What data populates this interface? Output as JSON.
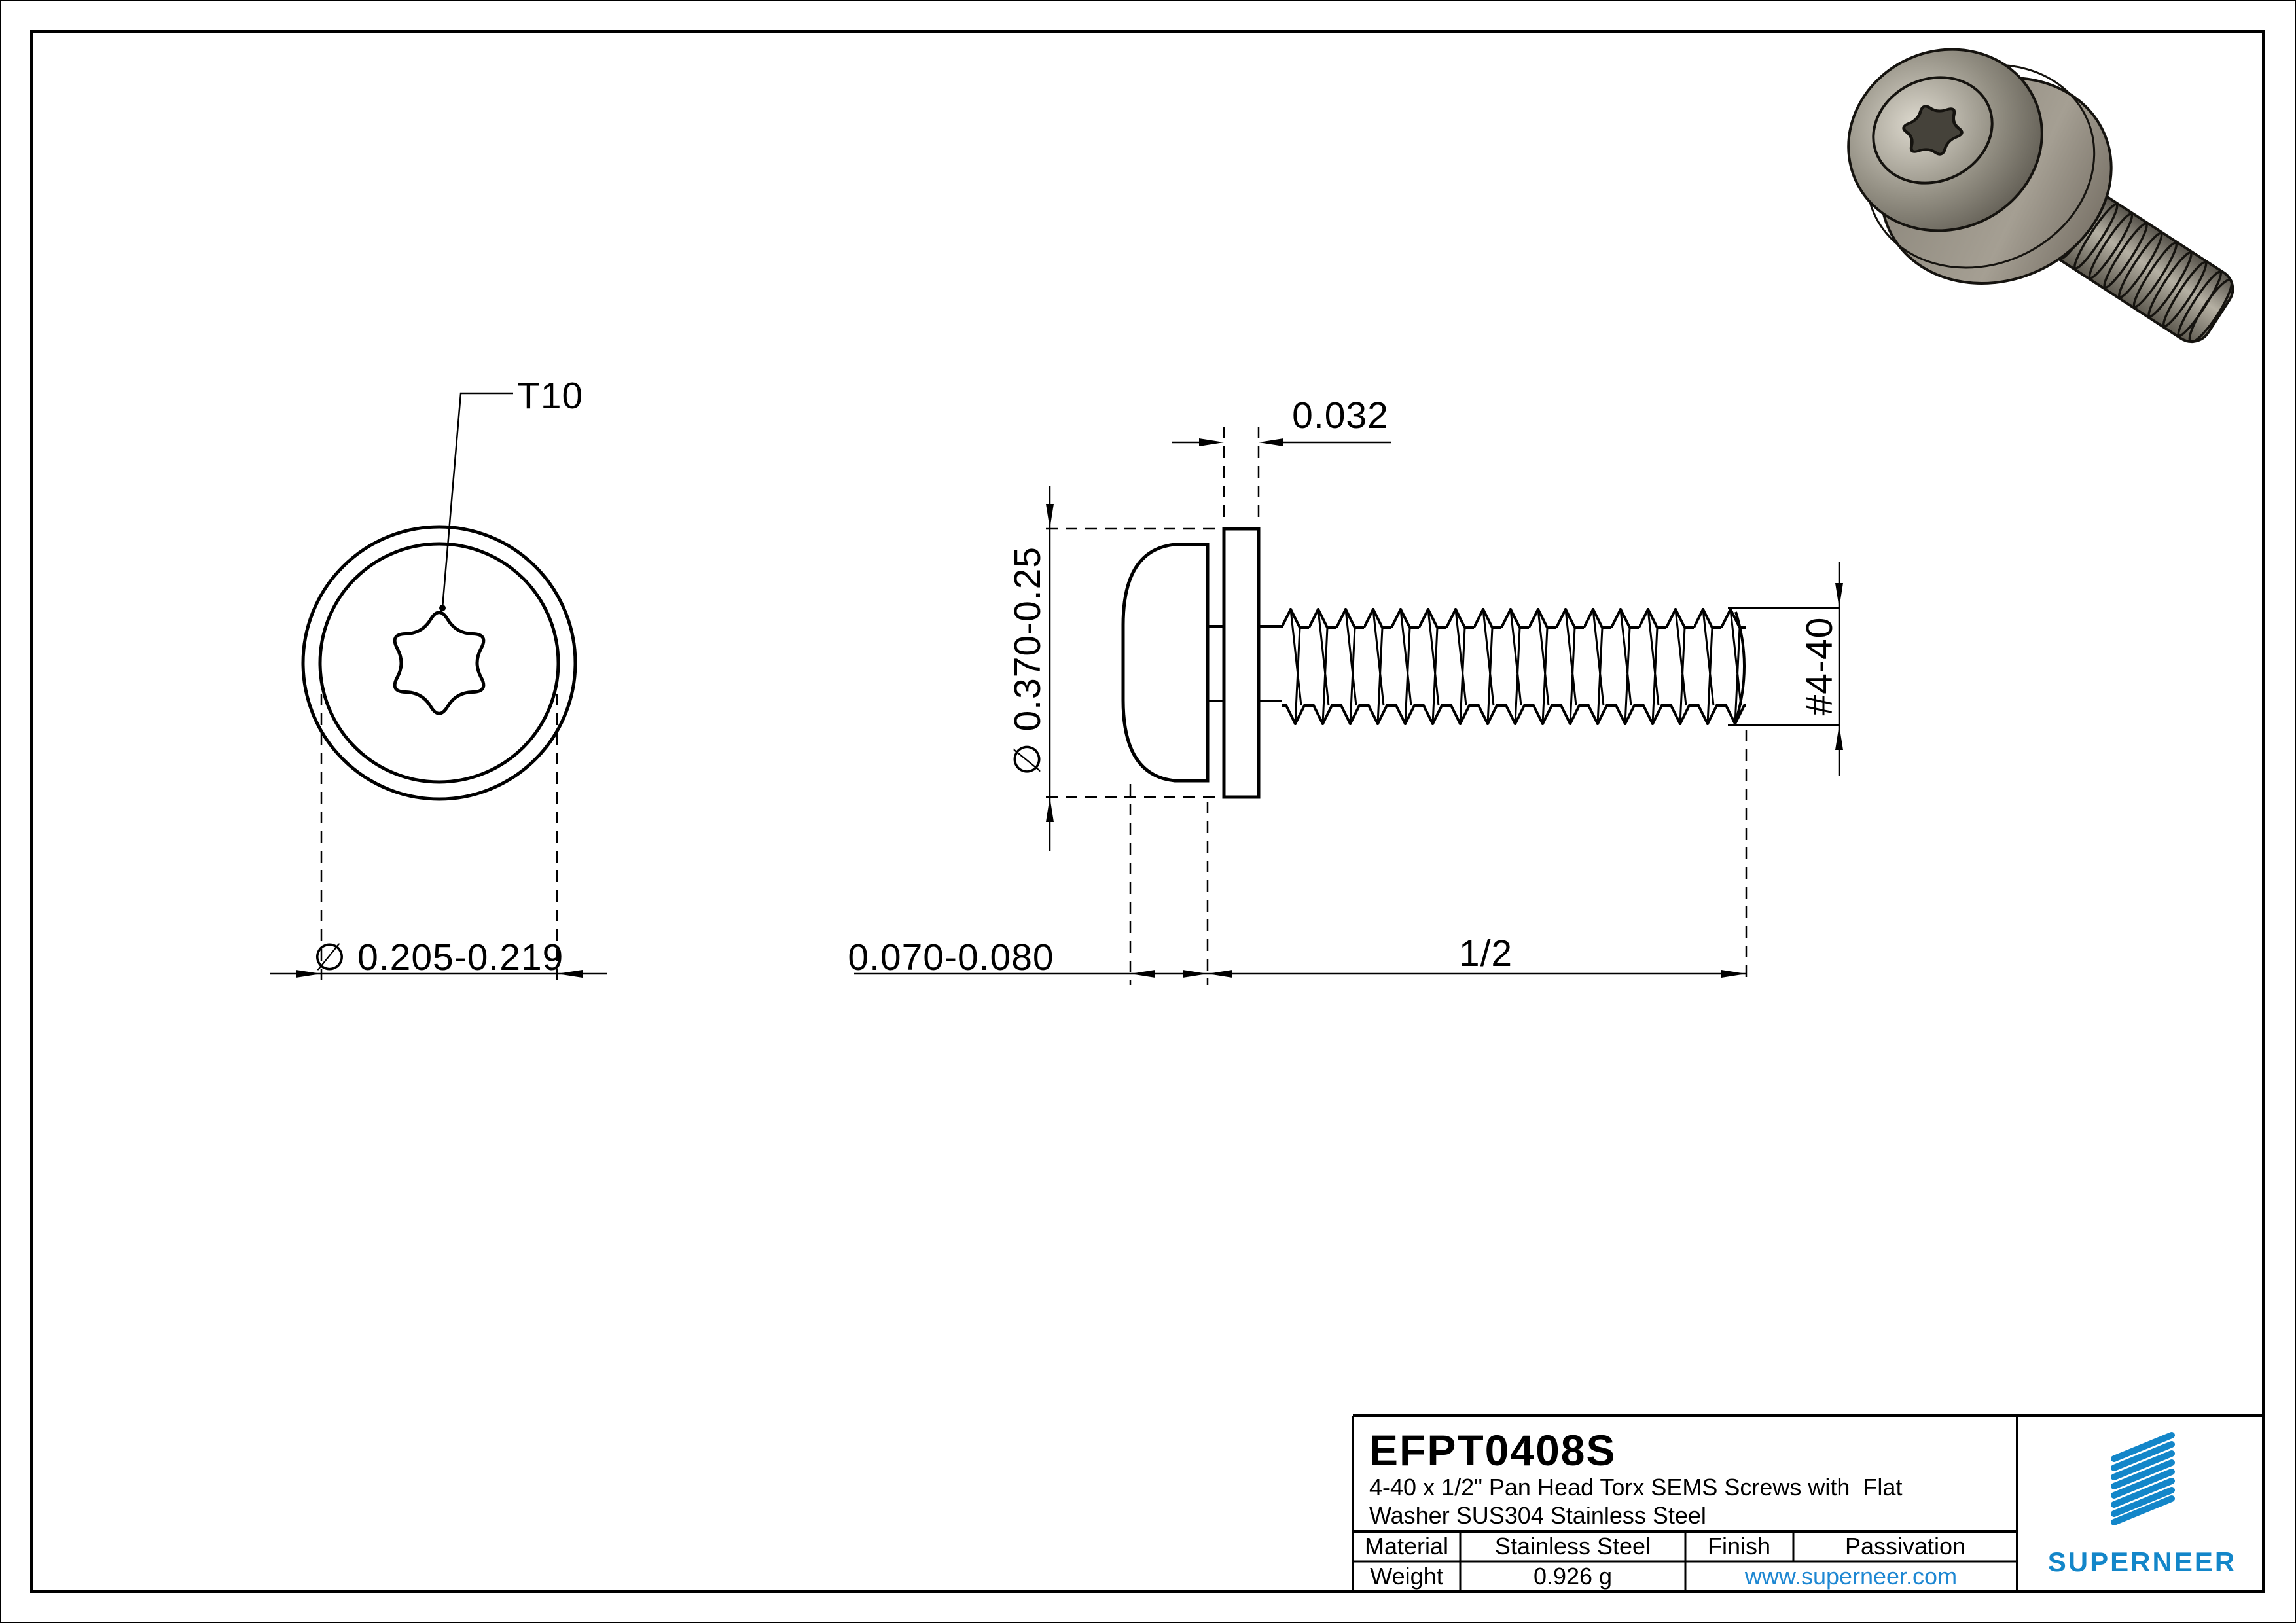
{
  "page": {
    "background": "#ffffff",
    "line_color": "#000000"
  },
  "views": {
    "front": {
      "torx_label": "T10",
      "head_diameter": "∅ 0.205-0.219"
    },
    "side": {
      "washer_thickness": "0.032",
      "washer_od": "∅ 0.370-0.25",
      "thread_size": "#4-40",
      "head_height": "0.070-0.080",
      "length": "1/2"
    }
  },
  "title_block": {
    "part_number": "EFPT0408S",
    "description_line1": "4-40 x 1/2\" Pan Head Torx SEMS Screws with  Flat",
    "description_line2": "Washer SUS304 Stainless Steel",
    "material_label": "Material",
    "material_value": "Stainless Steel",
    "finish_label": "Finish",
    "finish_value": "Passivation",
    "weight_label": "Weight",
    "weight_value": "0.926 g"
  },
  "brand": {
    "name": "SUPERNEER",
    "website": "www.superneer.com",
    "logo_icon": "diagonal-stripes-logo-icon",
    "brand_blue": "#1386c9",
    "link_blue": "#1e87d2"
  }
}
